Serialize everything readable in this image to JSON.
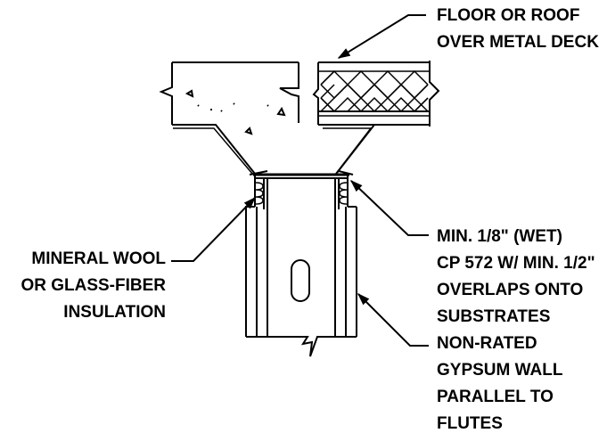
{
  "labels": {
    "floor_deck": [
      "FLOOR OR ROOF",
      "OVER METAL DECK"
    ],
    "mineral_wool": [
      "MINERAL WOOL",
      "OR GLASS-FIBER",
      "INSULATION"
    ],
    "sealant": [
      "MIN. 1/8\" (WET)",
      "CP 572 W/ MIN. 1/2\"",
      "OVERLAPS ONTO",
      "SUBSTRATES"
    ],
    "wall": [
      "NON-RATED",
      "GYPSUM WALL",
      "PARALLEL TO",
      "FLUTES"
    ]
  },
  "colors": {
    "line": "#000000",
    "background": "#ffffff"
  }
}
